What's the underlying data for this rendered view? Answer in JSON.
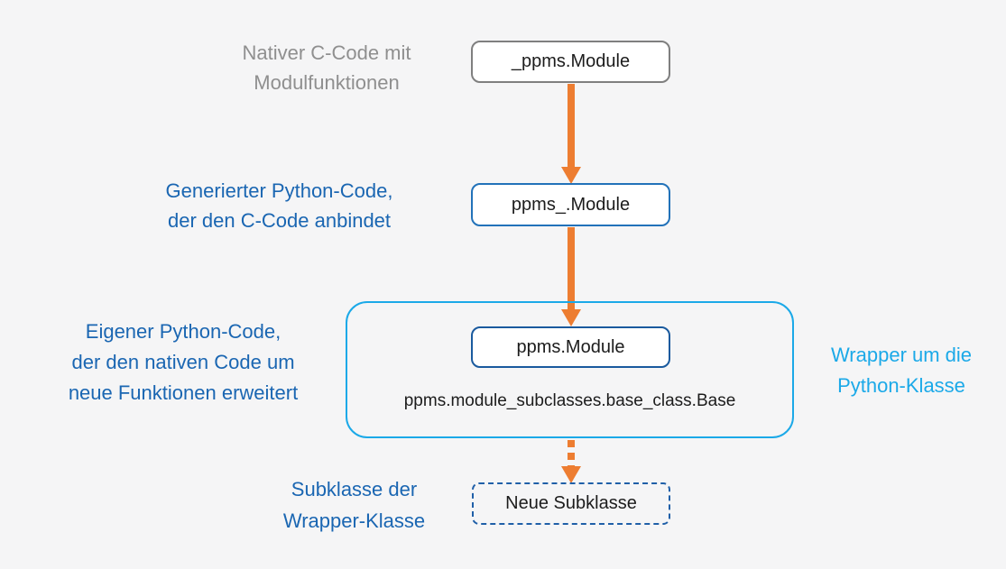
{
  "colors": {
    "background": "#f5f5f6",
    "orange": "#ed7d31",
    "gray-text": "#8f8f8f",
    "gray-border": "#7f7f7f",
    "blue-text": "#1a66b2",
    "cyan": "#1ba9e8",
    "blue-border": "#2272b9",
    "inner-blue-border": "#1a5a9e",
    "dashed-blue": "#1f5fa8"
  },
  "annotations": {
    "native": "Nativer C-Code mit\nModulfunktionen",
    "generated": "Generierter Python-Code,\nder den C-Code anbindet",
    "own": "Eigener Python-Code,\nder den nativen Code um\nneue Funktionen erweitert",
    "wrapper": "Wrapper um die\nPython-Klasse",
    "subclass": "Subklasse der\nWrapper-Klasse"
  },
  "nodes": {
    "native": "_ppms.Module",
    "generated": "ppms_.Module",
    "wrapper": "ppms.Module",
    "wrapper_path": "ppms.module_subclasses.base_class.Base",
    "subclass": "Neue Subklasse"
  }
}
